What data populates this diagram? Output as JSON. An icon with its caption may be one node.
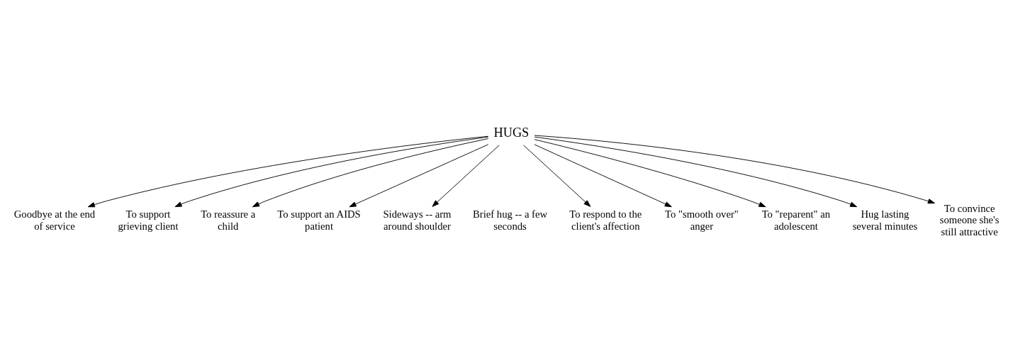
{
  "diagram": {
    "nodes": [
      {
        "text": [
          "HUGS"
        ]
      },
      {
        "text": [
          "Goodbye at the end of service"
        ]
      },
      {
        "text": [
          "To support grieving client"
        ]
      },
      {
        "text": [
          "To reassure a child"
        ]
      },
      {
        "text": [
          "To support an AIDS patient"
        ]
      },
      {
        "text": [
          "Sideways -- arm around shoulder"
        ]
      },
      {
        "text": [
          "Brief hug -- a few seconds"
        ]
      },
      {
        "text": [
          "To respond to the client's affection"
        ]
      },
      {
        "text": [
          "To \"smooth over\" anger"
        ]
      },
      {
        "text": [
          "To \"reparent\" an adolescent"
        ]
      },
      {
        "text": [
          "Hug lasting several minutes"
        ]
      },
      {
        "text": [
          "To convince someone she's still attractive"
        ]
      }
    ],
    "edges": [
      {
        "from": 0,
        "to": 1,
        "arrow": "to"
      },
      {
        "from": 0,
        "to": 2,
        "arrow": "to"
      },
      {
        "from": 0,
        "to": 3,
        "arrow": "to"
      },
      {
        "from": 0,
        "to": 4,
        "arrow": "to"
      },
      {
        "from": 0,
        "to": 5,
        "arrow": "to"
      },
      {
        "from": 0,
        "to": 7,
        "arrow": "to"
      },
      {
        "from": 0,
        "to": 8,
        "arrow": "to"
      },
      {
        "from": 0,
        "to": 9,
        "arrow": "to"
      },
      {
        "from": 0,
        "to": 10,
        "arrow": "to"
      },
      {
        "from": 0,
        "to": 11,
        "arrow": "to"
      }
    ]
  }
}
